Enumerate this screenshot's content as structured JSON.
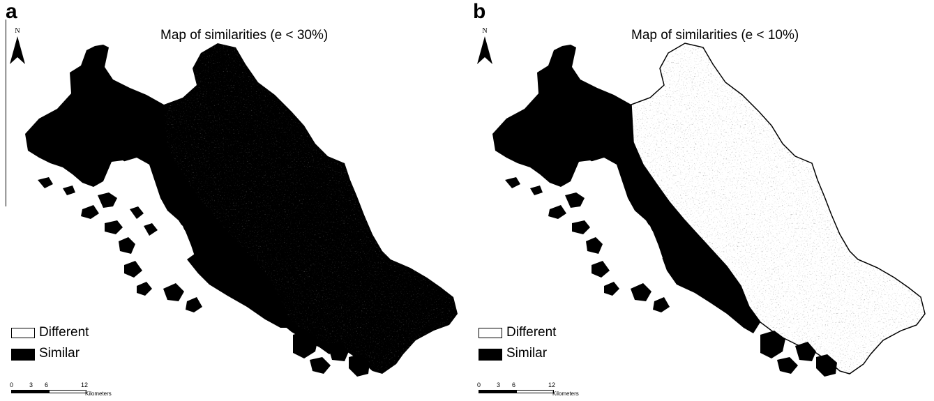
{
  "panels": [
    {
      "letter": "a",
      "title": "Map of similarities (e < 30%)",
      "north": "N",
      "legend": [
        {
          "label": "Different",
          "swatch": "white"
        },
        {
          "label": "Similar",
          "swatch": "black"
        }
      ],
      "scale": {
        "ticks": [
          "0",
          "3",
          "6",
          "12"
        ],
        "unit": "Kilometers"
      }
    },
    {
      "letter": "b",
      "title": "Map of similarities (e < 10%)",
      "north": "N",
      "legend": [
        {
          "label": "Different",
          "swatch": "white"
        },
        {
          "label": "Similar",
          "swatch": "black"
        }
      ],
      "scale": {
        "ticks": [
          "0",
          "3",
          "6",
          "12"
        ],
        "unit": "Kilometers"
      }
    }
  ],
  "colors": {
    "similar": "#000000",
    "different": "#ffffff"
  }
}
